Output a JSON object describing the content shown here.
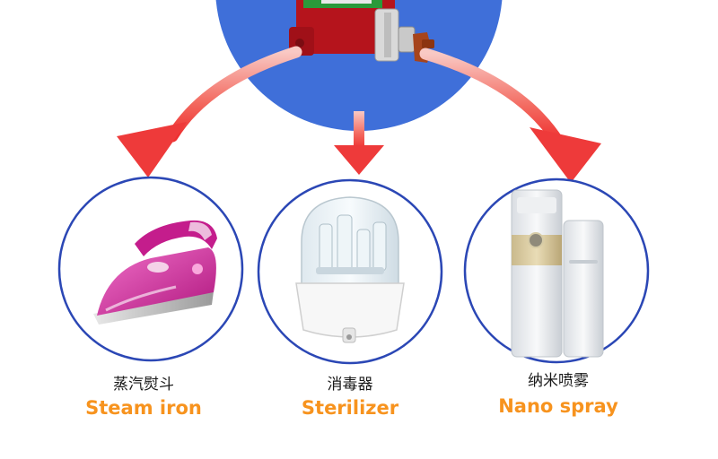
{
  "colors": {
    "hub_blue": "#3f6fd9",
    "circle_stroke": "#2b47b5",
    "arrow_red": "#ef3b3b",
    "label_orange": "#f7931e"
  },
  "hub": {
    "icon": "solenoid-pump-icon"
  },
  "products": [
    {
      "name_cn": "蒸汽熨斗",
      "name_en": "Steam iron",
      "icon": "steam-iron-icon"
    },
    {
      "name_cn": "消毒器",
      "name_en": "Sterilizer",
      "icon": "bottle-sterilizer-icon"
    },
    {
      "name_cn": "纳米喷雾",
      "name_en": "Nano spray",
      "icon": "nano-sprayer-icon"
    }
  ]
}
